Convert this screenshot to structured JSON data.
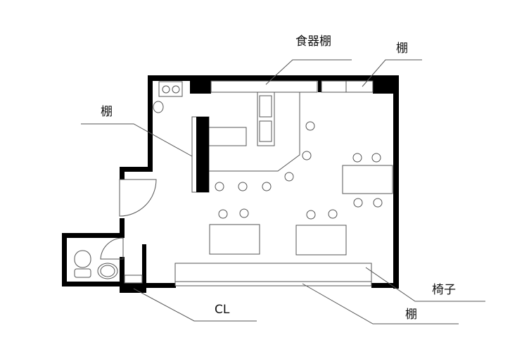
{
  "labels": {
    "dish_shelf": "食器棚",
    "shelf_top_right": "棚",
    "shelf_left": "棚",
    "chair": "椅子",
    "shelf_bottom": "棚",
    "closet": "CL"
  },
  "colors": {
    "wall": "#000000",
    "line": "#555555",
    "background": "#ffffff"
  }
}
